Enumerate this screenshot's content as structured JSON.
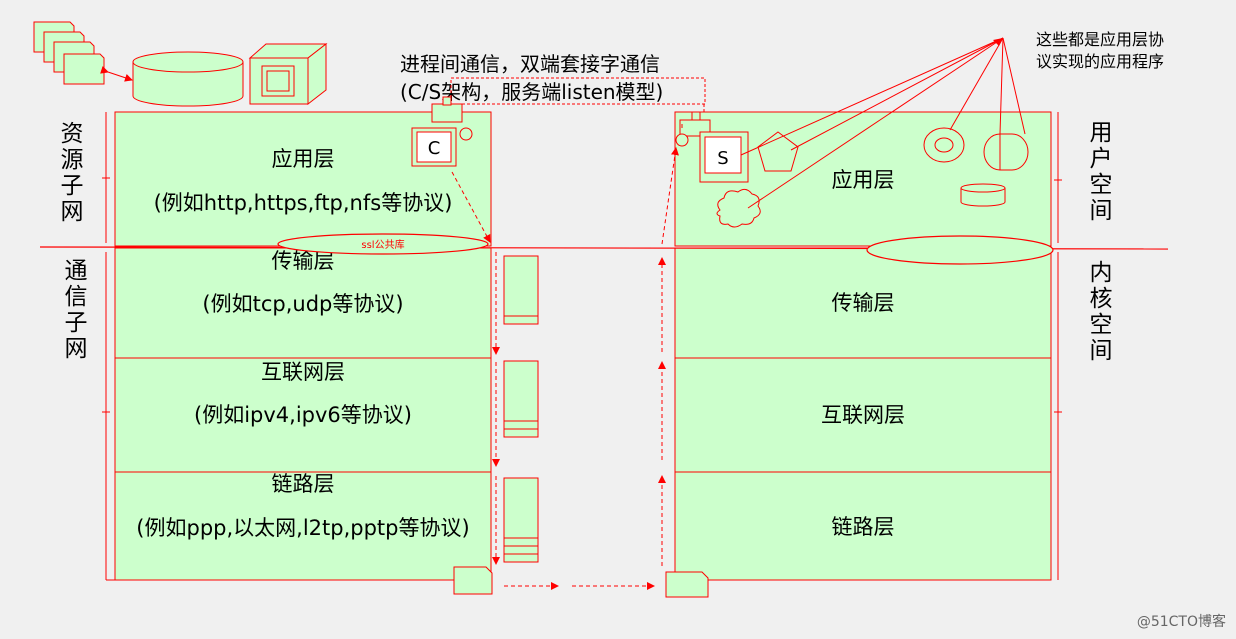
{
  "title": {
    "line1": "进程间通信，双端套接字通信",
    "line2": "(C/S架构，服务端listen模型)"
  },
  "side_labels": {
    "resource_subnet": [
      "资",
      "源",
      "子",
      "网"
    ],
    "comm_subnet": [
      "通",
      "信",
      "子",
      "网"
    ],
    "user_space": [
      "用",
      "户",
      "空",
      "间"
    ],
    "kernel_space": [
      "内",
      "核",
      "空",
      "间"
    ]
  },
  "note": {
    "line1": "这些都是应用层协",
    "line2": "议实现的应用程序"
  },
  "client_stack": {
    "app": {
      "name": "应用层",
      "detail": "(例如http,https,ftp,nfs等协议)"
    },
    "transport": {
      "name": "传输层",
      "detail": "(例如tcp,udp等协议)"
    },
    "internet": {
      "name": "互联网层",
      "detail": "(例如ipv4,ipv6等协议)"
    },
    "link": {
      "name": "链路层",
      "detail": "(例如ppp,以太网,l2tp,pptp等协议)"
    }
  },
  "server_stack": {
    "app": "应用层",
    "transport": "传输层",
    "internet": "互联网层",
    "link": "链路层"
  },
  "ssl_label": "ssl公共库",
  "client_label": "C",
  "server_label": "S",
  "watermark": "@51CTO博客",
  "colors": {
    "box_fill": "#ccffcc",
    "line": "#ff0000",
    "text": "#000000",
    "background": "#f0f0f0"
  }
}
